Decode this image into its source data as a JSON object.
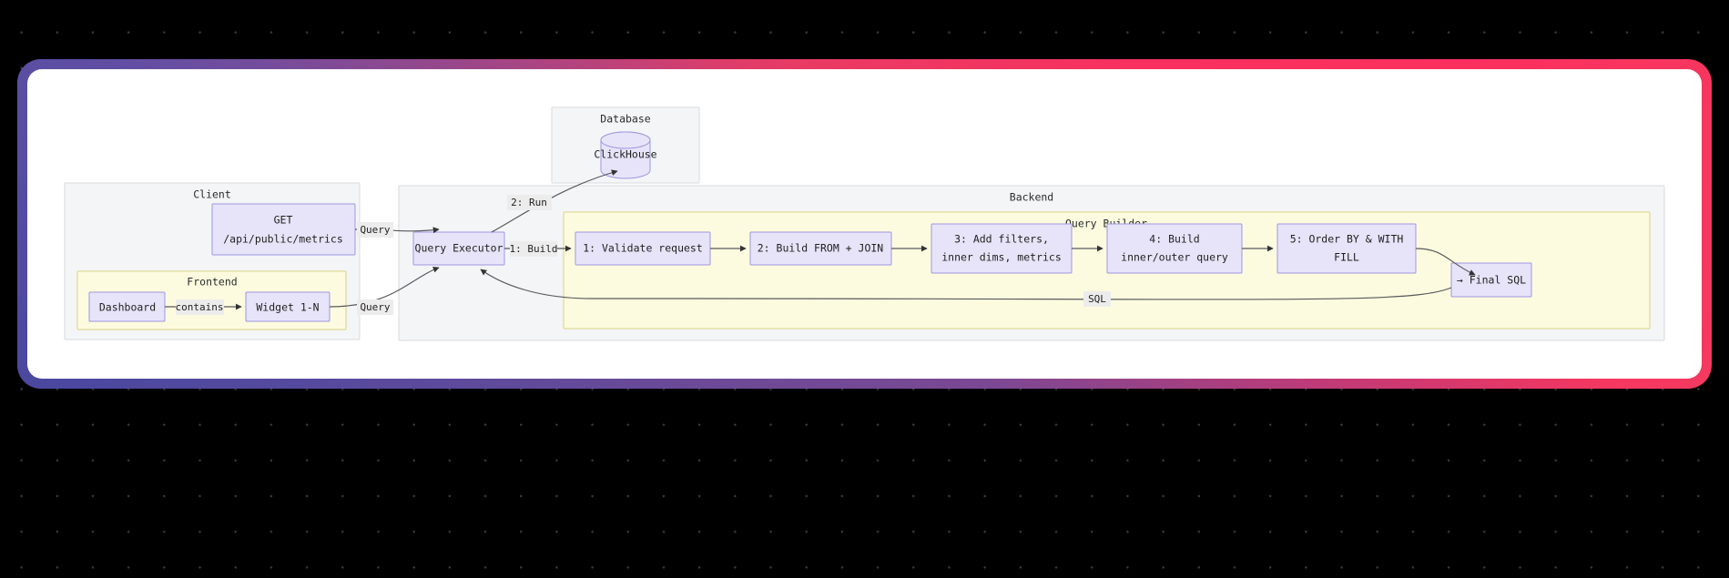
{
  "frame": {
    "gradient_from": "#7a4a9e",
    "gradient_mid": "#e93a63",
    "gradient_to": "#fb2f5e",
    "gradient_bottom": "#4f50a4",
    "canvas_bg": "#ffffff",
    "page_bg": "#000000",
    "dot_color": "#3a3a3a"
  },
  "theme": {
    "node_fill": "#e7e4f9",
    "node_stroke": "#9e96e0",
    "subgraph_fill": "#f4f5f7",
    "subgraph_stroke": "#d9dadd",
    "subgraph_yellow_fill": "#fdfbdf",
    "subgraph_yellow_stroke": "#d9d382",
    "edge_stroke": "#58585c",
    "edge_label_bg": "#ececec",
    "text_color": "#1f1f1f"
  },
  "subgraphs": [
    {
      "id": "client",
      "title": "Client"
    },
    {
      "id": "frontend",
      "title": "Frontend"
    },
    {
      "id": "database",
      "title": "Database"
    },
    {
      "id": "backend",
      "title": "Backend"
    },
    {
      "id": "query_builder",
      "title": "Query Builder"
    }
  ],
  "nodes": {
    "get_endpoint": {
      "line1": "GET",
      "line2": "/api/public/metrics"
    },
    "dashboard": {
      "line1": "Dashboard"
    },
    "widget": {
      "line1": "Widget 1-N"
    },
    "clickhouse": {
      "line1": "ClickHouse",
      "shape": "cylinder"
    },
    "query_executor": {
      "line1": "Query Executor"
    },
    "step1": {
      "line1": "1: Validate request"
    },
    "step2": {
      "line1": "2: Build FROM + JOIN"
    },
    "step3": {
      "line1": "3: Add filters,",
      "line2": "inner dims, metrics"
    },
    "step4": {
      "line1": "4: Build",
      "line2": "inner/outer query"
    },
    "step5": {
      "line1": "5: Order BY & WITH",
      "line2": "FILL"
    },
    "final_sql": {
      "line1": "→ Final SQL"
    }
  },
  "edges": [
    {
      "id": "e-dashboard-widget",
      "label": "contains"
    },
    {
      "id": "e-get-executor",
      "label": "Query"
    },
    {
      "id": "e-widget-executor",
      "label": "Query"
    },
    {
      "id": "e-executor-step1",
      "label": "1: Build"
    },
    {
      "id": "e-executor-clickhouse",
      "label": "2: Run"
    },
    {
      "id": "e-finalsql-executor",
      "label": "SQL"
    },
    {
      "id": "e-step1-step2",
      "label": ""
    },
    {
      "id": "e-step2-step3",
      "label": ""
    },
    {
      "id": "e-step3-step4",
      "label": ""
    },
    {
      "id": "e-step4-step5",
      "label": ""
    },
    {
      "id": "e-step5-finalsql",
      "label": ""
    }
  ]
}
